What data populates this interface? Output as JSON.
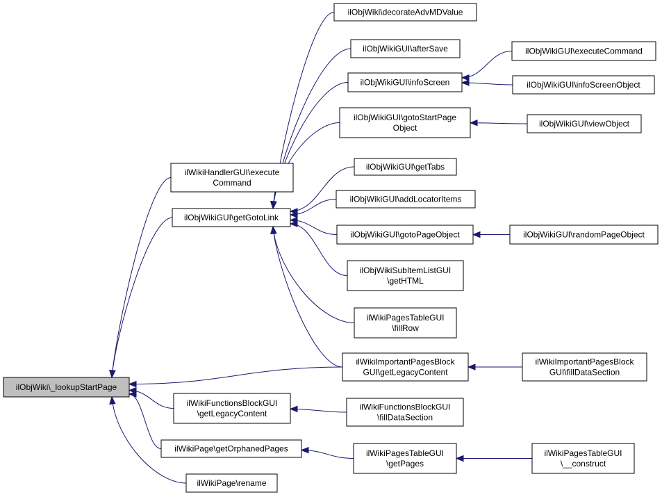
{
  "nodes": {
    "lookupStartPage": {
      "lines": [
        "ilObjWiki\\_lookupStartPage"
      ]
    },
    "decorateAdvMDValue": {
      "lines": [
        "ilObjWiki\\decorateAdvMDValue"
      ]
    },
    "afterSave": {
      "lines": [
        "ilObjWikiGUI\\afterSave"
      ]
    },
    "infoScreen": {
      "lines": [
        "ilObjWikiGUI\\infoScreen"
      ]
    },
    "executeCommand": {
      "lines": [
        "ilObjWikiGUI\\executeCommand"
      ]
    },
    "infoScreenObject": {
      "lines": [
        "ilObjWikiGUI\\infoScreenObject"
      ]
    },
    "gotoStartPageObject": {
      "lines": [
        "ilObjWikiGUI\\gotoStartPage",
        "Object"
      ]
    },
    "viewObject": {
      "lines": [
        "ilObjWikiGUI\\viewObject"
      ]
    },
    "handlerExecuteCommand": {
      "lines": [
        "ilWikiHandlerGUI\\execute",
        "Command"
      ]
    },
    "getTabs": {
      "lines": [
        "ilObjWikiGUI\\getTabs"
      ]
    },
    "getGotoLink": {
      "lines": [
        "ilObjWikiGUI\\getGotoLink"
      ]
    },
    "addLocatorItems": {
      "lines": [
        "ilObjWikiGUI\\addLocatorItems"
      ]
    },
    "gotoPageObject": {
      "lines": [
        "ilObjWikiGUI\\gotoPageObject"
      ]
    },
    "randomPageObject": {
      "lines": [
        "ilObjWikiGUI\\randomPageObject"
      ]
    },
    "subItemGetHTML": {
      "lines": [
        "ilObjWikiSubItemListGUI",
        "\\getHTML"
      ]
    },
    "fillRow": {
      "lines": [
        "ilWikiPagesTableGUI",
        "\\fillRow"
      ]
    },
    "importantGetLegacy": {
      "lines": [
        "ilWikiImportantPagesBlock",
        "GUI\\getLegacyContent"
      ]
    },
    "importantFillData": {
      "lines": [
        "ilWikiImportantPagesBlock",
        "GUI\\fillDataSection"
      ]
    },
    "functionsGetLegacy": {
      "lines": [
        "ilWikiFunctionsBlockGUI",
        "\\getLegacyContent"
      ]
    },
    "functionsFillData": {
      "lines": [
        "ilWikiFunctionsBlockGUI",
        "\\fillDataSection"
      ]
    },
    "orphanedPages": {
      "lines": [
        "ilWikiPage\\getOrphanedPages"
      ]
    },
    "getPages": {
      "lines": [
        "ilWikiPagesTableGUI",
        "\\getPages"
      ]
    },
    "construct": {
      "lines": [
        "ilWikiPagesTableGUI",
        "\\__construct"
      ]
    },
    "rename": {
      "lines": [
        "ilWikiPage\\rename"
      ]
    }
  },
  "edges": [
    {
      "from": "handlerExecuteCommand",
      "to": "lookupStartPage"
    },
    {
      "from": "getGotoLink",
      "to": "lookupStartPage"
    },
    {
      "from": "importantGetLegacy",
      "to": "lookupStartPage"
    },
    {
      "from": "functionsGetLegacy",
      "to": "lookupStartPage"
    },
    {
      "from": "orphanedPages",
      "to": "lookupStartPage"
    },
    {
      "from": "rename",
      "to": "lookupStartPage"
    },
    {
      "from": "decorateAdvMDValue",
      "to": "getGotoLink"
    },
    {
      "from": "afterSave",
      "to": "getGotoLink"
    },
    {
      "from": "infoScreen",
      "to": "getGotoLink"
    },
    {
      "from": "gotoStartPageObject",
      "to": "getGotoLink"
    },
    {
      "from": "getTabs",
      "to": "getGotoLink"
    },
    {
      "from": "addLocatorItems",
      "to": "getGotoLink"
    },
    {
      "from": "gotoPageObject",
      "to": "getGotoLink"
    },
    {
      "from": "subItemGetHTML",
      "to": "getGotoLink"
    },
    {
      "from": "fillRow",
      "to": "getGotoLink"
    },
    {
      "from": "importantGetLegacy",
      "to": "getGotoLink"
    },
    {
      "from": "executeCommand",
      "to": "infoScreen"
    },
    {
      "from": "infoScreenObject",
      "to": "infoScreen"
    },
    {
      "from": "viewObject",
      "to": "gotoStartPageObject"
    },
    {
      "from": "randomPageObject",
      "to": "gotoPageObject"
    },
    {
      "from": "importantFillData",
      "to": "importantGetLegacy"
    },
    {
      "from": "functionsFillData",
      "to": "functionsGetLegacy"
    },
    {
      "from": "getPages",
      "to": "orphanedPages"
    },
    {
      "from": "construct",
      "to": "getPages"
    }
  ],
  "colors": {
    "edge": "#191970",
    "root_fill": "#bfbfbf",
    "node_fill": "#ffffff",
    "border": "#000000"
  }
}
